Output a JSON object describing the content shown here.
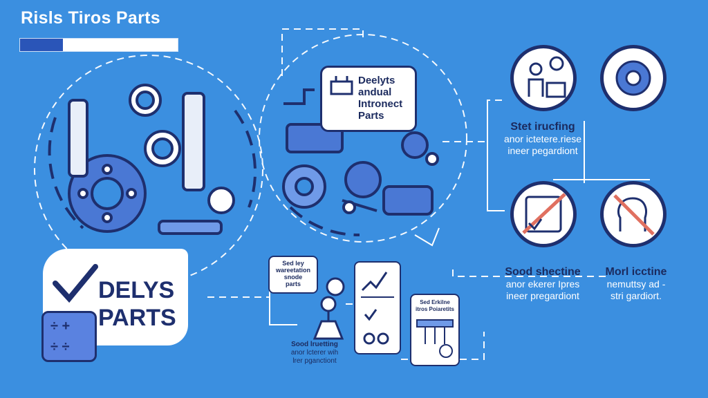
{
  "header": {
    "title": "Risls Tiros Parts",
    "progress": 0.27
  },
  "bubble": {
    "line1": "Deelyts",
    "line2": "andual",
    "line3": "Intronect",
    "line4": "Parts"
  },
  "badge": {
    "line1": "DELYS",
    "line2": "PARTS"
  },
  "right_top": {
    "title": "Stet irucfing",
    "line1": "anor ictetere.riese",
    "line2": "ineer pegardiont"
  },
  "right_mid_left": {
    "title": "Sood shectine",
    "line1": "anor ekerer Ipres",
    "line2": "ineer pregardiont"
  },
  "right_mid_right": {
    "title": "Morl icctine",
    "line1": "nemuttsy ad -",
    "line2": "stri gardiort."
  },
  "center_note": {
    "line1": "Sed ley",
    "line2": "wareetation",
    "line3": "snode",
    "line4": "parts"
  },
  "bottom_caption": {
    "title": "Sood lruetting",
    "line1": "anor lcterer wih",
    "line2": "lrer pganctiont"
  },
  "card_right": {
    "line1": "Sed Erkilne",
    "line2": "itros Poiaretits"
  },
  "colors": {
    "background": "#3b8fe0",
    "ink": "#1e2f6e",
    "white": "#ffffff",
    "accent": "#2a55b8",
    "strike": "#e07060"
  }
}
